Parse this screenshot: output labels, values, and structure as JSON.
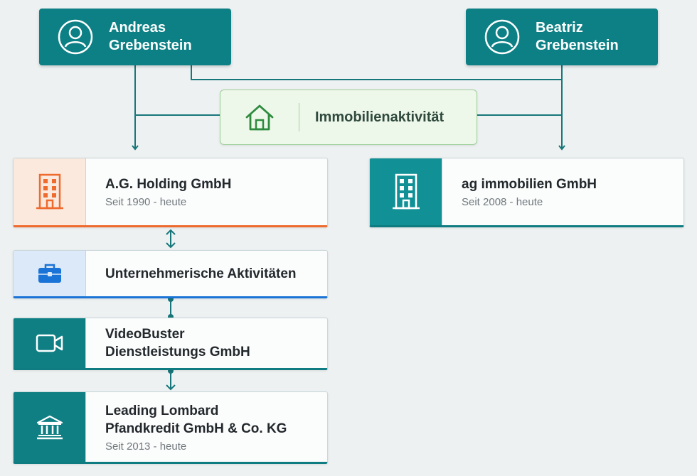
{
  "persons": [
    {
      "first_name": "Andreas",
      "last_name": "Grebenstein",
      "icon": "user-circle-icon"
    },
    {
      "first_name": "Beatriz",
      "last_name": "Grebenstein",
      "icon": "user-circle-icon"
    }
  ],
  "activity": {
    "label": "Immobilienaktivität",
    "icon": "house-icon"
  },
  "companies": {
    "ag_holding": {
      "title": "A.G. Holding GmbH",
      "since": "Seit 1990 - heute",
      "icon": "office-building-icon",
      "accent": "#ee6a2d"
    },
    "ag_immobilien": {
      "title": "ag immobilien GmbH",
      "since": "Seit 2008 - heute",
      "icon": "office-building-icon",
      "accent": "#0e7c80"
    },
    "unternehmerische": {
      "title": "Unternehmerische Aktivitäten",
      "icon": "briefcase-icon",
      "accent": "#1a73d6"
    },
    "videobuster": {
      "title_line1": "VideoBuster",
      "title_line2": "Dienstleistungs GmbH",
      "icon": "video-camera-icon",
      "accent": "#0e7c80"
    },
    "lombard": {
      "title_line1": "Leading Lombard",
      "title_line2": "Pfandkredit GmbH & Co. KG",
      "since": "Seit 2013 - heute",
      "icon": "bank-building-icon",
      "accent": "#0e7c80"
    }
  },
  "colors": {
    "teal": "#0d8085",
    "orange": "#ee6a2d",
    "blue": "#1a73d6",
    "green": "#2e8b3e"
  }
}
